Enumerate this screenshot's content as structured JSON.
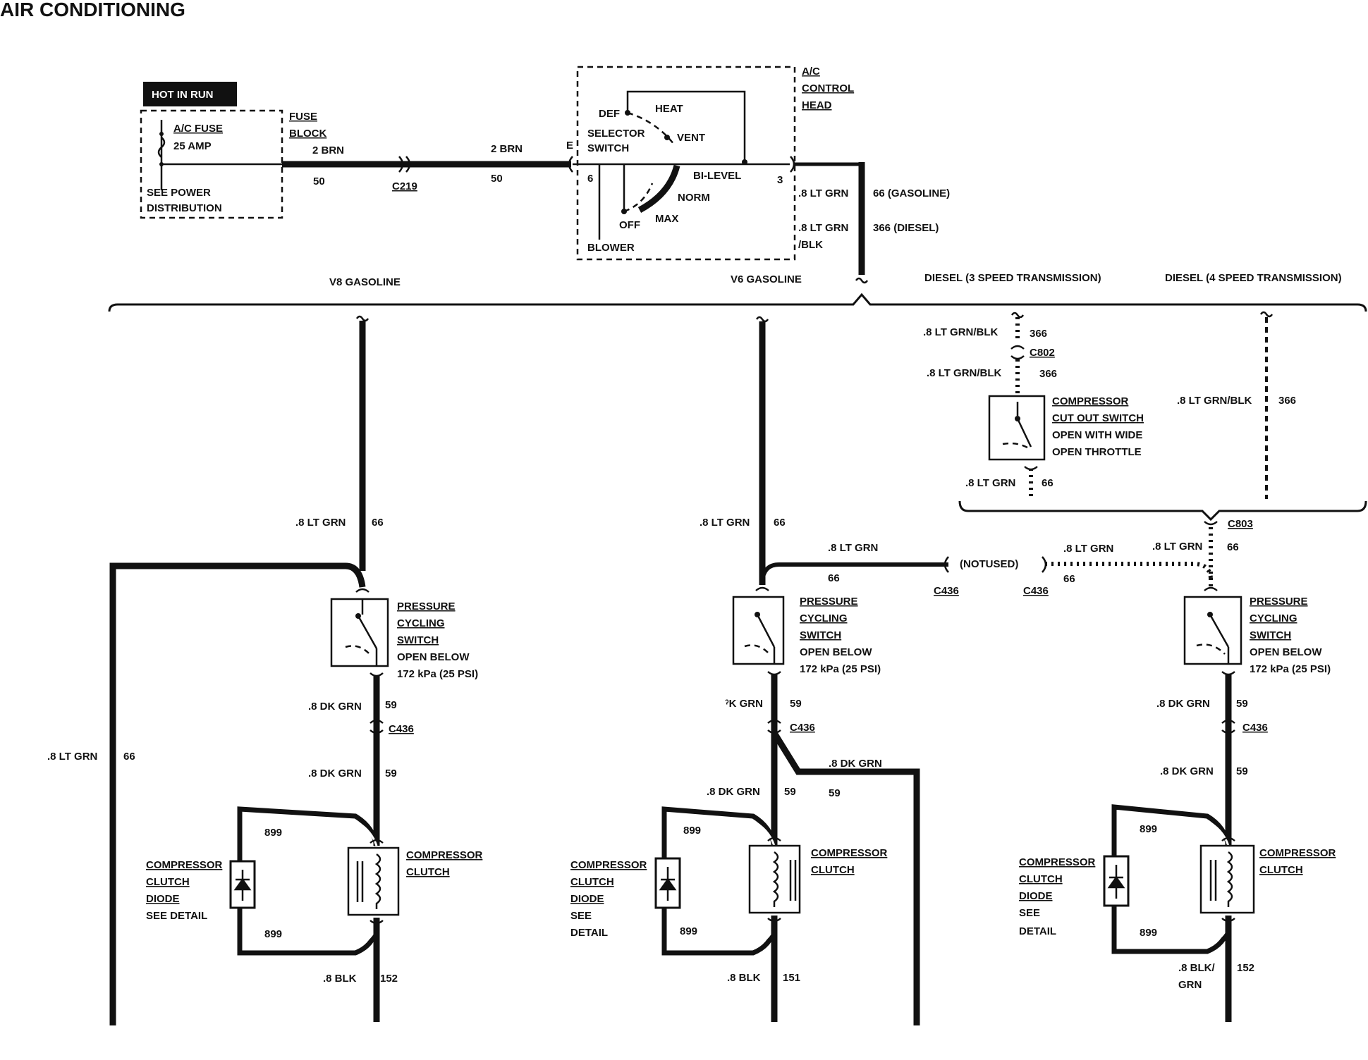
{
  "title": "AIR CONDITIONING",
  "top": {
    "hot_in_run": "HOT IN RUN",
    "fuse_label": "A/C FUSE",
    "fuse_amp": "25 AMP",
    "see_power_1": "SEE POWER",
    "see_power_2": "DISTRIBUTION",
    "fuse_block_1": "FUSE",
    "fuse_block_2": "BLOCK",
    "wire_2brn_a": "2 BRN",
    "wire_50_a": "50",
    "c219": "C219",
    "wire_2brn_b": "2 BRN",
    "wire_50_b": "50",
    "pin_e": "E",
    "pin_6": "6",
    "pin_3": "3",
    "head_1": "A/C",
    "head_2": "CONTROL",
    "head_3": "HEAD",
    "def": "DEF",
    "heat": "HEAT",
    "vent": "VENT",
    "bilevel": "BI-LEVEL",
    "norm": "NORM",
    "max": "MAX",
    "off": "OFF",
    "selector_1": "SELECTOR",
    "selector_2": "SWITCH",
    "blower": "BLOWER",
    "out_wire_1": ".8 LT GRN",
    "out_num_1": "66 (GASOLINE)",
    "out_wire_2a": ".8 LT GRN",
    "out_wire_2b": "/BLK",
    "out_num_2": "366 (DIESEL)"
  },
  "sections": {
    "v8": "V8 GASOLINE",
    "v6": "V6 GASOLINE",
    "d3": "DIESEL (3 SPEED TRANSMISSION)",
    "d4": "DIESEL (4 SPEED TRANSMISSION)"
  },
  "v8": {
    "lt_grn": ".8 LT GRN",
    "n66": "66",
    "left_lt_grn": ".8 LT GRN",
    "left_66": "66",
    "pcs_1": "PRESSURE",
    "pcs_2": "CYCLING",
    "pcs_3": "SWITCH",
    "pcs_4": "OPEN BELOW",
    "pcs_5": "172 kPa (25 PSI)",
    "dk_grn_a": ".8 DK GRN",
    "n59_a": "59",
    "c436": "C436",
    "dk_grn_b": ".8 DK GRN",
    "n59_b": "59",
    "n899_a": "899",
    "n899_b": "899",
    "diode_1": "COMPRESSOR",
    "diode_2": "CLUTCH",
    "diode_3": "DIODE",
    "diode_4": "SEE DETAIL",
    "clutch_1": "COMPRESSOR",
    "clutch_2": "CLUTCH",
    "blk": ".8 BLK",
    "n152": "152"
  },
  "v6": {
    "lt_grn": ".8 LT GRN",
    "n66": "66",
    "side_lt_grn": ".8 LT GRN",
    "side_66": "66",
    "c436_left": "C436",
    "not_used": "(NOTUSED)",
    "pcs_1": "PRESSURE",
    "pcs_2": "CYCLING",
    "pcs_3": "SWITCH",
    "pcs_4": "OPEN BELOW",
    "pcs_5": "172 kPa (25 PSI)",
    "dk_grn_a": "ˀK GRN",
    "n59_a": "59",
    "c436": "C436",
    "branch_dk_grn": ".8 DK GRN",
    "branch_59": "59",
    "dk_grn_b": ".8 DK GRN",
    "n59_b": "59",
    "n899_a": "899",
    "n899_b": "899",
    "diode_1": "COMPRESSOR",
    "diode_2": "CLUTCH",
    "diode_3": "DIODE",
    "diode_4": "SEE",
    "diode_5": "DETAIL",
    "clutch_1": "COMPRESSOR",
    "clutch_2": "CLUTCH",
    "blk": ".8 BLK",
    "n151": "151"
  },
  "d3": {
    "w1": ".8 LT GRN/BLK",
    "n1": "366",
    "c802": "C802",
    "w2": ".8 LT GRN/BLK",
    "n2": "366",
    "cos_1": "COMPRESSOR",
    "cos_2": "CUT OUT SWITCH",
    "cos_3": "OPEN WITH WIDE",
    "cos_4": "OPEN THROTTLE",
    "w3": ".8 LT GRN",
    "n3": "66"
  },
  "d4": {
    "w1": ".8 LT GRN/BLK",
    "n1": "366",
    "c803": "C803",
    "lt_grn": ".8 LT GRN",
    "n66": "66",
    "side_lt_grn": ".8 LT GRN",
    "side_66": "66",
    "c436_right": "C436",
    "pcs_1": "PRESSURE",
    "pcs_2": "CYCLING",
    "pcs_3": "SWITCH",
    "pcs_4": "OPEN BELOW",
    "pcs_5": "172 kPa (25 PSI)",
    "dk_grn_a": ".8 DK  GRN",
    "n59_a": "59",
    "c436": "C436",
    "dk_grn_b": ".8 DK GRN",
    "n59_b": "59",
    "n899_a": "899",
    "n899_b": "899",
    "diode_1": "COMPRESSOR",
    "diode_2": "CLUTCH",
    "diode_3": "DIODE",
    "diode_4": "SEE",
    "diode_5": "DETAIL",
    "clutch_1": "COMPRESSOR",
    "clutch_2": "CLUTCH",
    "blk_1": ".8 BLK/",
    "blk_2": "GRN",
    "n152": "152"
  },
  "colors": {
    "ink": "#111111",
    "paper": "#ffffff"
  }
}
